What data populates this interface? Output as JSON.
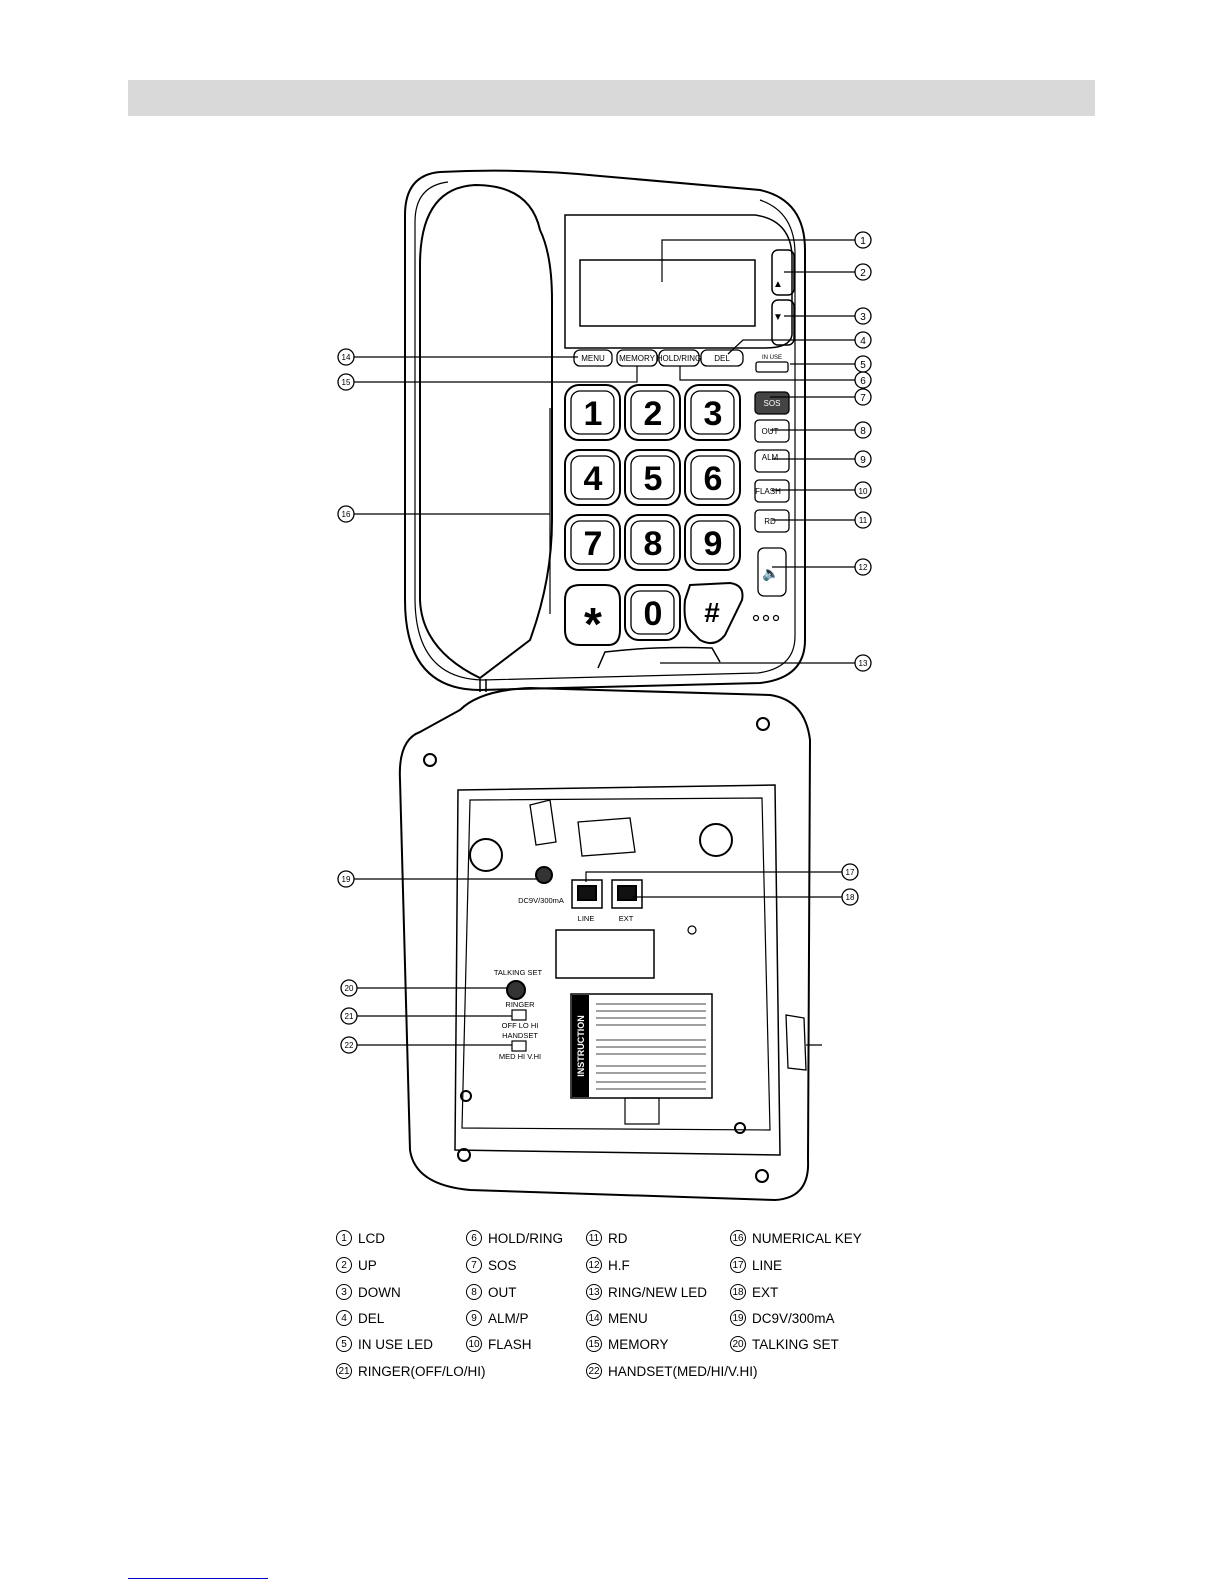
{
  "phone_front": {
    "keypad_keys": [
      "1",
      "2",
      "3",
      "4",
      "5",
      "6",
      "7",
      "8",
      "9",
      "*",
      "0",
      "#"
    ],
    "buttons": {
      "menu": "MENU",
      "memory": "MEMORY",
      "hold_ring": "HOLD/RING",
      "del": "DEL",
      "in_use": "IN USE",
      "sos": "SOS",
      "out": "OUT",
      "alm": "ALM",
      "flash": "FLASH",
      "rd": "RD"
    }
  },
  "phone_back": {
    "power_label": "DC9V/300mA",
    "line_label": "LINE",
    "ext_label": "EXT",
    "talking_set_label": "TALKING SET",
    "ringer_label": "RINGER",
    "ringer_positions": "OFF LO HI",
    "handset_label": "HANDSET",
    "handset_positions": "MED HI V.HI",
    "instruction_title": "INSTRUCTION"
  },
  "callouts": [
    "1",
    "2",
    "3",
    "4",
    "5",
    "6",
    "7",
    "8",
    "9",
    "10",
    "11",
    "12",
    "13",
    "14",
    "15",
    "16",
    "17",
    "18",
    "19",
    "20",
    "21",
    "22"
  ],
  "legend": [
    {
      "num": "1",
      "label": "LCD"
    },
    {
      "num": "2",
      "label": "UP"
    },
    {
      "num": "3",
      "label": "DOWN"
    },
    {
      "num": "4",
      "label": "DEL"
    },
    {
      "num": "5",
      "label": "IN USE LED"
    },
    {
      "num": "6",
      "label": "HOLD/RING"
    },
    {
      "num": "7",
      "label": "SOS"
    },
    {
      "num": "8",
      "label": "OUT"
    },
    {
      "num": "9",
      "label": "ALM/P"
    },
    {
      "num": "10",
      "label": "FLASH"
    },
    {
      "num": "11",
      "label": "RD"
    },
    {
      "num": "12",
      "label": "H.F"
    },
    {
      "num": "13",
      "label": "RING/NEW LED"
    },
    {
      "num": "14",
      "label": "MENU"
    },
    {
      "num": "15",
      "label": "MEMORY"
    },
    {
      "num": "16",
      "label": "NUMERICAL KEY"
    },
    {
      "num": "17",
      "label": "LINE"
    },
    {
      "num": "18",
      "label": "EXT"
    },
    {
      "num": "19",
      "label": "DC9V/300mA"
    },
    {
      "num": "20",
      "label": "TALKING SET"
    },
    {
      "num": "21",
      "label": "RINGER(OFF/LO/HI)"
    },
    {
      "num": "22",
      "label": "HANDSET(MED/HI/V.HI)"
    }
  ]
}
